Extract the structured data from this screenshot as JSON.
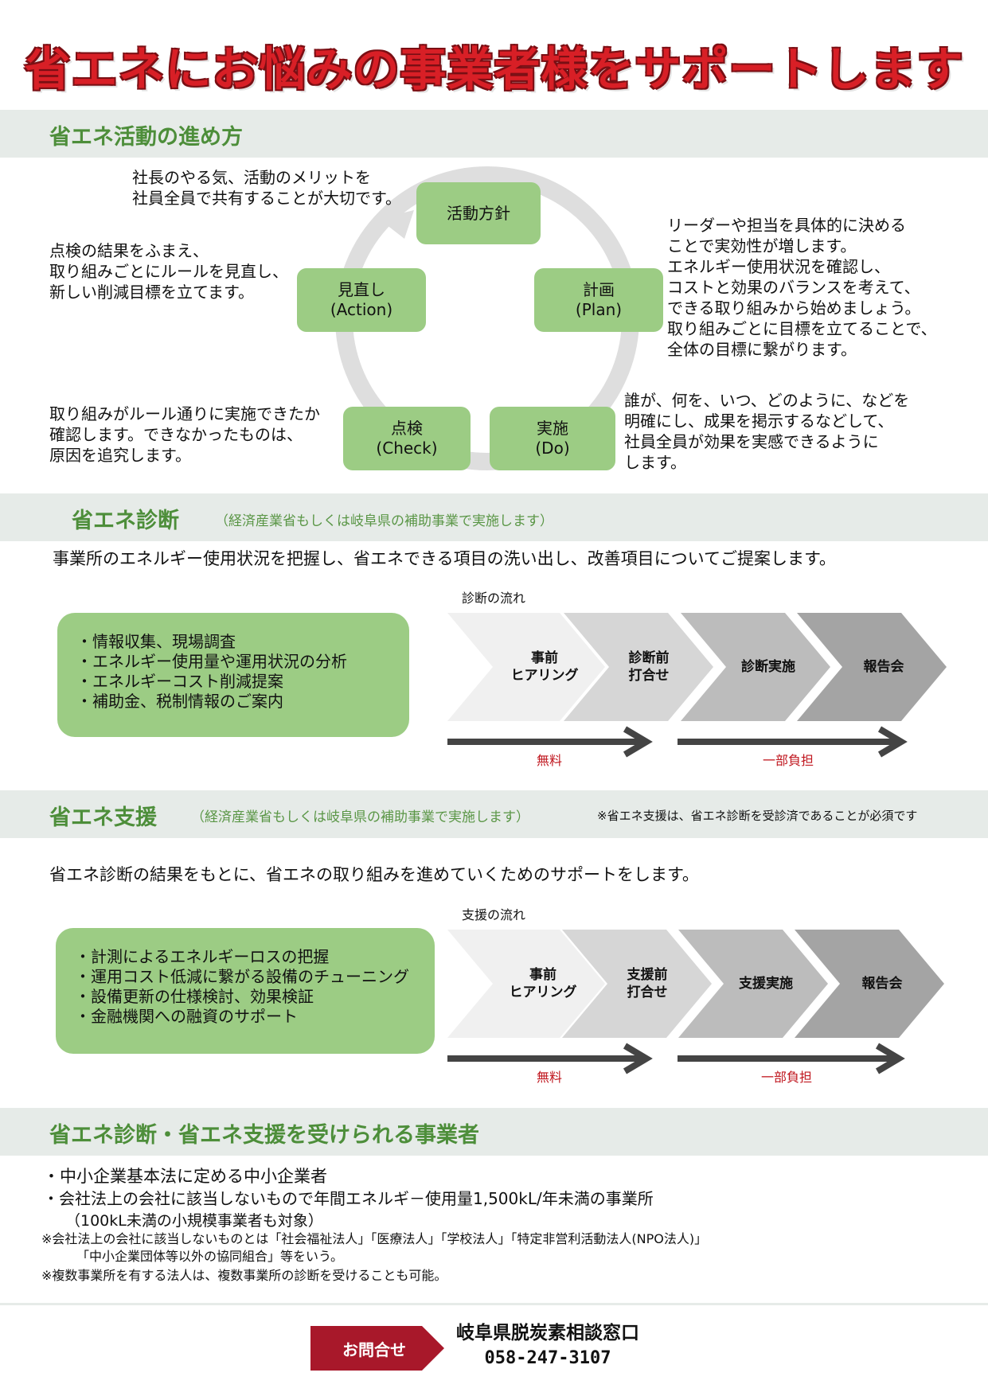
{
  "title": "省エネにお悩みの事業者様をサポートします",
  "section1": {
    "heading": "省エネ活動の進め方",
    "boxes": {
      "policy": "活動方針",
      "plan": "計画\n(Plan)",
      "do": "実施\n(Do)",
      "check": "点検\n(Check)",
      "action": "見直し\n(Action)"
    },
    "notes": {
      "policy": "社長のやる気、活動のメリットを\n社員全員で共有することが大切です。",
      "plan": "リーダーや担当を具体的に決める\nことで実効性が増します。\nエネルギー使用状況を確認し、\nコストと効果のバランスを考えて、\nできる取り組みから始めましょう。\n取り組みごとに目標を立てることで、\n全体の目標に繋がります。",
      "do": "誰が、何を、いつ、どのように、などを\n明確にし、成果を掲示するなどして、\n社員全員が効果を実感できるように\nします。",
      "check": "取り組みがルール通りに実施できたか\n確認します。できなかったものは、\n原因を追究します。",
      "action": "点検の結果をふまえ、\n取り組みごとにルールを見直し、\n新しい削減目標を立てます。"
    }
  },
  "section2": {
    "heading": "省エネ診断",
    "note": "（経済産業省もしくは岐阜県の補助事業で実施します）",
    "intro": "事業所のエネルギー使用状況を把握し、省エネできる項目の洗い出し、改善項目についてご提案します。",
    "items": "・情報収集、現場調査\n・エネルギー使用量や運用状況の分析\n・エネルギーコスト削減提案\n・補助金、税制情報のご案内",
    "flow_label": "診断の流れ",
    "steps": [
      "事前\nヒアリング",
      "診断前\n打合せ",
      "診断実施",
      "報告会"
    ],
    "free_label": "無料",
    "partial_label": "一部負担"
  },
  "section3": {
    "heading": "省エネ支援",
    "note": "（経済産業省もしくは岐阜県の補助事業で実施します）",
    "side_note": "※省エネ支援は、省エネ診断を受診済であることが必須です",
    "intro": "省エネ診断の結果をもとに、省エネの取り組みを進めていくためのサポートをします。",
    "items": "・計測によるエネルギーロスの把握\n・運用コスト低減に繋がる設備のチューニング\n・設備更新の仕様検討、効果検証\n・金融機関への融資のサポート",
    "flow_label": "支援の流れ",
    "steps": [
      "事前\nヒアリング",
      "支援前\n打合せ",
      "支援実施",
      "報告会"
    ],
    "free_label": "無料",
    "partial_label": "一部負担"
  },
  "section4": {
    "heading": "省エネ診断・省エネ支援を受けられる事業者",
    "bullet1": "・中小企業基本法に定める中小企業者",
    "bullet2": "・会社法上の会社に該当しないもので年間エネルギ－使用量1,500kL/年未満の事業所",
    "bullet2_sub": "（100kL未満の小規模事業者も対象）",
    "note1": "※会社法上の会社に該当しないものとは「社会福祉法人」「医療法人」「学校法人」「特定非営利活動法人(NPO法人)」",
    "note1_sub": "「中小企業団体等以外の協同組合」等をいう。",
    "note2": "※複数事業所を有する法人は、複数事業所の診断を受けることも可能。"
  },
  "contact": {
    "tag": "お問合せ",
    "name": "岐阜県脱炭素相談窓口",
    "phone": "058-247-3107"
  },
  "colors": {
    "title_red": "#d81f26",
    "heading_green": "#4d8e3a",
    "box_green": "#9ccc84",
    "band_gray": "#e6ebe8",
    "contact_red": "#a8182a"
  }
}
